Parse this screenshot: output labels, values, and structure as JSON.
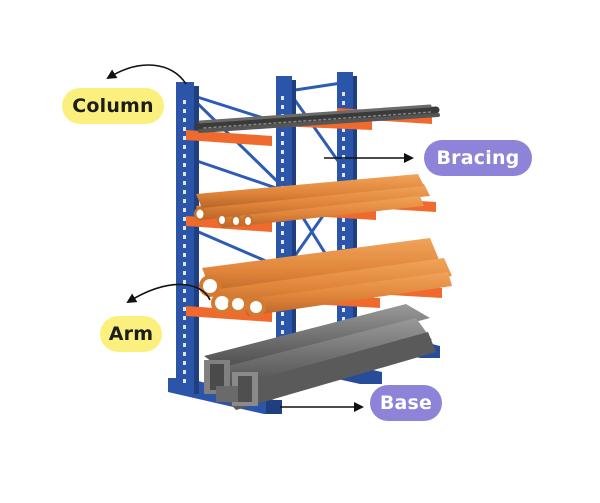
{
  "labels": {
    "column": "Column",
    "bracing": "Bracing",
    "arm": "Arm",
    "base": "Base"
  },
  "colors": {
    "frame_blue": "#2b55a8",
    "arm_orange": "#f06a2e",
    "pipe_orange": "#e58a3a",
    "steel_gray": "#6a6a6a",
    "yellow_tag": "#fbf07e",
    "violet_tag": "#8d83d8"
  }
}
